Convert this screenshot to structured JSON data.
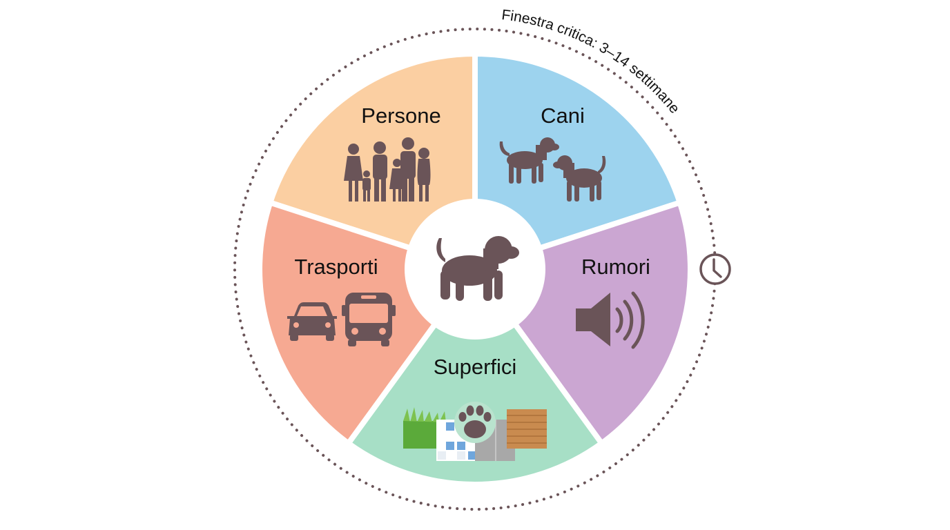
{
  "diagram": {
    "center_icon": "puppy-icon",
    "ring_label": "Finestra critica: 3–14 settimane",
    "ring_icon": "clock-icon",
    "segments": [
      {
        "label": "Persone",
        "color": "#FBCFA2",
        "icon": "family-people-icon"
      },
      {
        "label": "Cani",
        "color": "#9DD3EE",
        "icon": "dogs-icon"
      },
      {
        "label": "Rumori",
        "color": "#CBA6D2",
        "icon": "speaker-sound-icon"
      },
      {
        "label": "Superfici",
        "color": "#A7DFC6",
        "icon": "surfaces-paw-icon"
      },
      {
        "label": "Trasporti",
        "color": "#F6A992",
        "icon": "car-bus-icon"
      }
    ],
    "icon_color": "#6A5458"
  }
}
